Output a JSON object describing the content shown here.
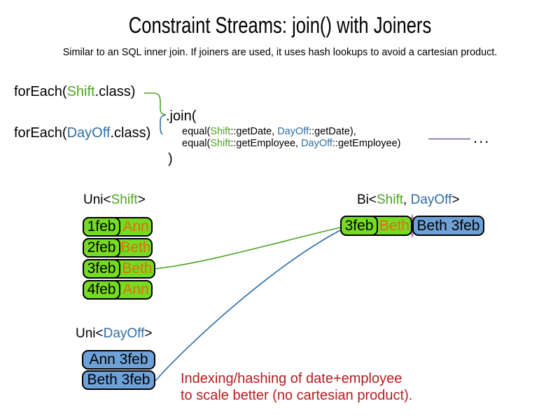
{
  "title": "Constraint Streams: join() with Joiners",
  "subtitle": "Similar to an SQL inner join. If joiners are used, it uses hash lookups to avoid a cartesian product.",
  "code": {
    "foreach_shift": {
      "pre": "forEach(",
      "cls": "Shift",
      "post": ".class)"
    },
    "foreach_dayoff": {
      "pre": "forEach(",
      "cls": "DayOff",
      "post": ".class)"
    },
    "join_open": ".join(",
    "joiner_date": {
      "pre": "equal(",
      "shift": "Shift",
      "mid": "::getDate, ",
      "dayoff": "DayOff",
      "post": "::getDate),"
    },
    "joiner_employee": {
      "pre": "equal(",
      "shift": "Shift",
      "mid": "::getEmployee, ",
      "dayoff": "DayOff",
      "post": "::getEmployee)"
    },
    "join_close": ")",
    "ellipsis": "..."
  },
  "uni_shift": {
    "title": {
      "pre": "Uni<",
      "type": "Shift",
      "post": ">"
    },
    "rows": [
      {
        "date": "1feb",
        "name": "Ann"
      },
      {
        "date": "2feb",
        "name": "Beth"
      },
      {
        "date": "3feb",
        "name": "Beth"
      },
      {
        "date": "4feb",
        "name": "Ann"
      }
    ]
  },
  "uni_dayoff": {
    "title": {
      "pre": "Uni<",
      "type": "DayOff",
      "post": ">"
    },
    "rows": [
      {
        "label": "Ann 3feb"
      },
      {
        "label": "Beth 3feb"
      }
    ]
  },
  "bi": {
    "title": {
      "pre": "Bi<",
      "shift": "Shift",
      "sep": ", ",
      "dayoff": "DayOff",
      "post": ">"
    },
    "row": {
      "date": "3feb",
      "name": "Beth",
      "tuple": "Beth 3feb"
    }
  },
  "note": {
    "line1": "Indexing/hashing of date+employee",
    "line2": "to scale better (no cartesian product)."
  },
  "colors": {
    "shift_text_green": "#4EA320",
    "dayoff_text_blue": "#2E6DA4",
    "box_green": "#76DB23",
    "box_blue": "#6FA1D9",
    "name_orange": "#E06D10",
    "note_red": "#B21E1E",
    "joiner_purple": "#7B5B93"
  }
}
